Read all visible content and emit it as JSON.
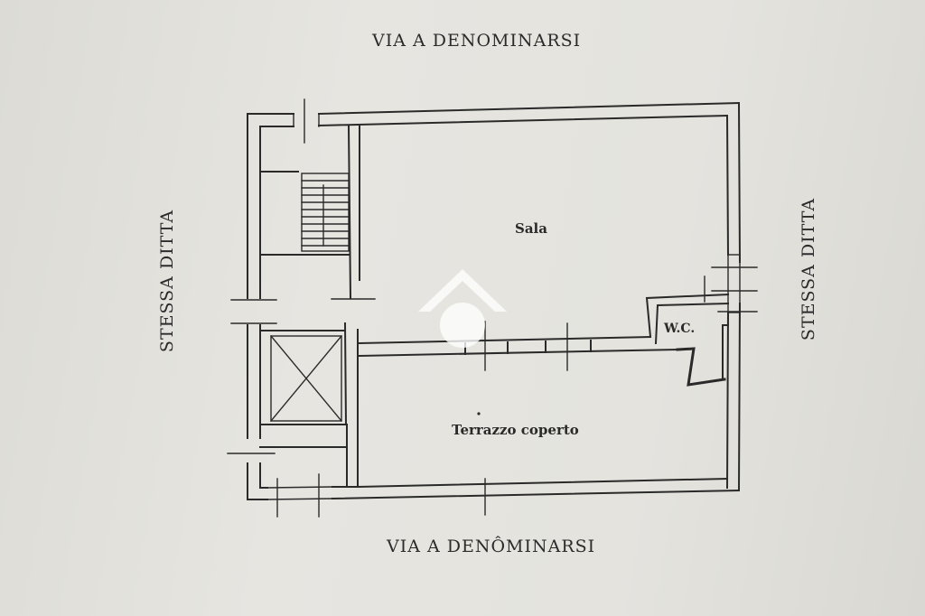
{
  "streets": {
    "top": "VIA A DENOMINARSI",
    "bottom": "VIA A DENÔMINARSI"
  },
  "neighbors": {
    "left": "STESSA DITTA",
    "right": "STESSA DITTA"
  },
  "rooms": {
    "sala": "Sala",
    "wc": "W.C.",
    "terrazzo": "Terrazzo coperto"
  },
  "colors": {
    "paper": "#e3e2dd",
    "ink": "#2a2a2a",
    "watermark": "#ffffff"
  }
}
